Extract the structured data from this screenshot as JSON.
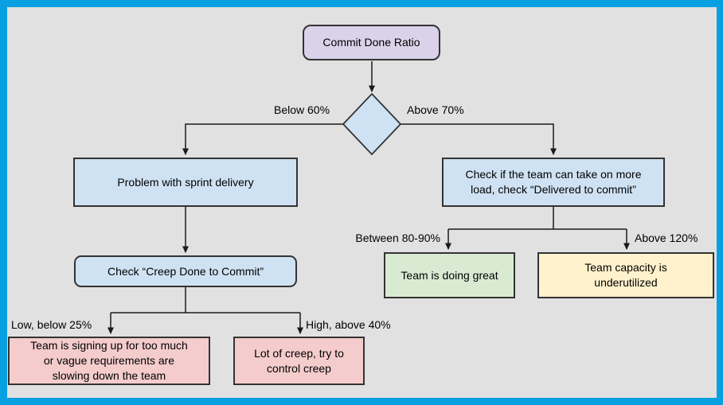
{
  "frame": {
    "border_color": "#09a0e1",
    "canvas_background": "#e1e1e1",
    "connector_color": "#1a1a1a"
  },
  "nodes": {
    "root": {
      "label": "Commit Done Ratio",
      "fill": "#d9d2e9"
    },
    "decision": {
      "fill": "#cfe2f3"
    },
    "problem_delivery": {
      "label": "Problem with sprint delivery",
      "fill": "#cfe2f3"
    },
    "check_load": {
      "lines": [
        "Check if the team can take on more",
        "load, check “Delivered to commit”"
      ],
      "fill": "#cfe2f3"
    },
    "check_creep": {
      "label": "Check “Creep Done to Commit”",
      "fill": "#cfe2f3"
    },
    "signing_too_much": {
      "lines": [
        "Team is signing up for too much",
        "or vague requirements are",
        "slowing down the team"
      ],
      "fill": "#f4cccc"
    },
    "lot_of_creep": {
      "lines": [
        "Lot of creep, try to",
        "control creep"
      ],
      "fill": "#f4cccc"
    },
    "doing_great": {
      "label": "Team is doing great",
      "fill": "#d9ead3"
    },
    "underutilized": {
      "lines": [
        "Team capacity is",
        "underutilized"
      ],
      "fill": "#fff2cc"
    }
  },
  "edge_labels": {
    "below_60": "Below 60%",
    "above_70": "Above 70%",
    "low_below_25": "Low, below 25%",
    "high_above_40": "High, above 40%",
    "between_80_90": "Between 80-90%",
    "above_120": "Above 120%"
  }
}
